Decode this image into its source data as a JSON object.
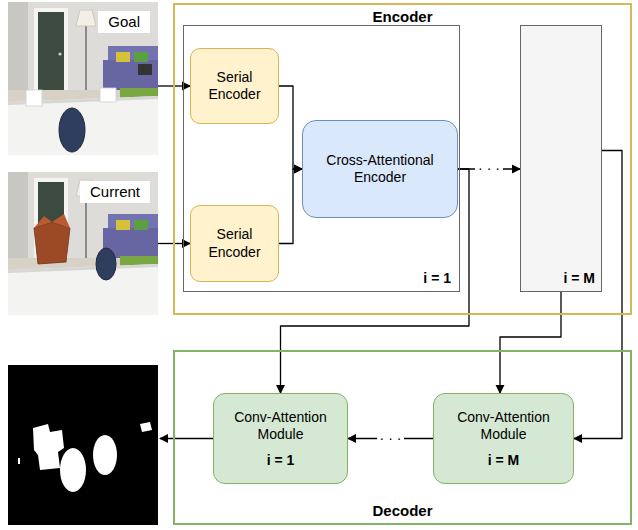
{
  "diagram": {
    "nodes": [
      {
        "text": [
          "Goal"
        ]
      },
      {
        "text": [
          "Current"
        ]
      },
      {
        "text": [
          "Encoder"
        ]
      },
      {
        "text": [
          "i = 1"
        ],
        "in": 2
      },
      {
        "text": [
          "Serial Encoder"
        ],
        "in": 3
      },
      {
        "text": [
          "Serial Encoder"
        ],
        "in": 3
      },
      {
        "text": [
          "Cross-Attentional Encoder"
        ],
        "in": 3
      },
      {
        "text": [
          "i = M"
        ],
        "in": 2
      },
      {
        "text": [
          "Decoder"
        ]
      },
      {
        "text": [
          "Conv-Attention Module",
          "i = 1"
        ],
        "in": 8
      },
      {
        "text": [
          "Conv-Attention Module",
          "i = M"
        ],
        "in": 8
      }
    ],
    "edges": [
      {
        "from": 0,
        "to": 4,
        "arrow": "to"
      },
      {
        "from": 1,
        "to": 5,
        "arrow": "to"
      },
      {
        "from": 4,
        "to": 6,
        "arrow": "to"
      },
      {
        "from": 5,
        "to": 6,
        "arrow": "to"
      },
      {
        "from": 6,
        "to": 7,
        "label": "· · ·",
        "arrow": "to"
      },
      {
        "from": 6,
        "to": 9,
        "arrow": "to"
      },
      {
        "from": 7,
        "to": 10,
        "arrow": "to"
      },
      {
        "from": 7,
        "to": 10,
        "arrow": "to"
      },
      {
        "from": 10,
        "to": 9,
        "label": "· · ·",
        "arrow": "to"
      }
    ]
  }
}
